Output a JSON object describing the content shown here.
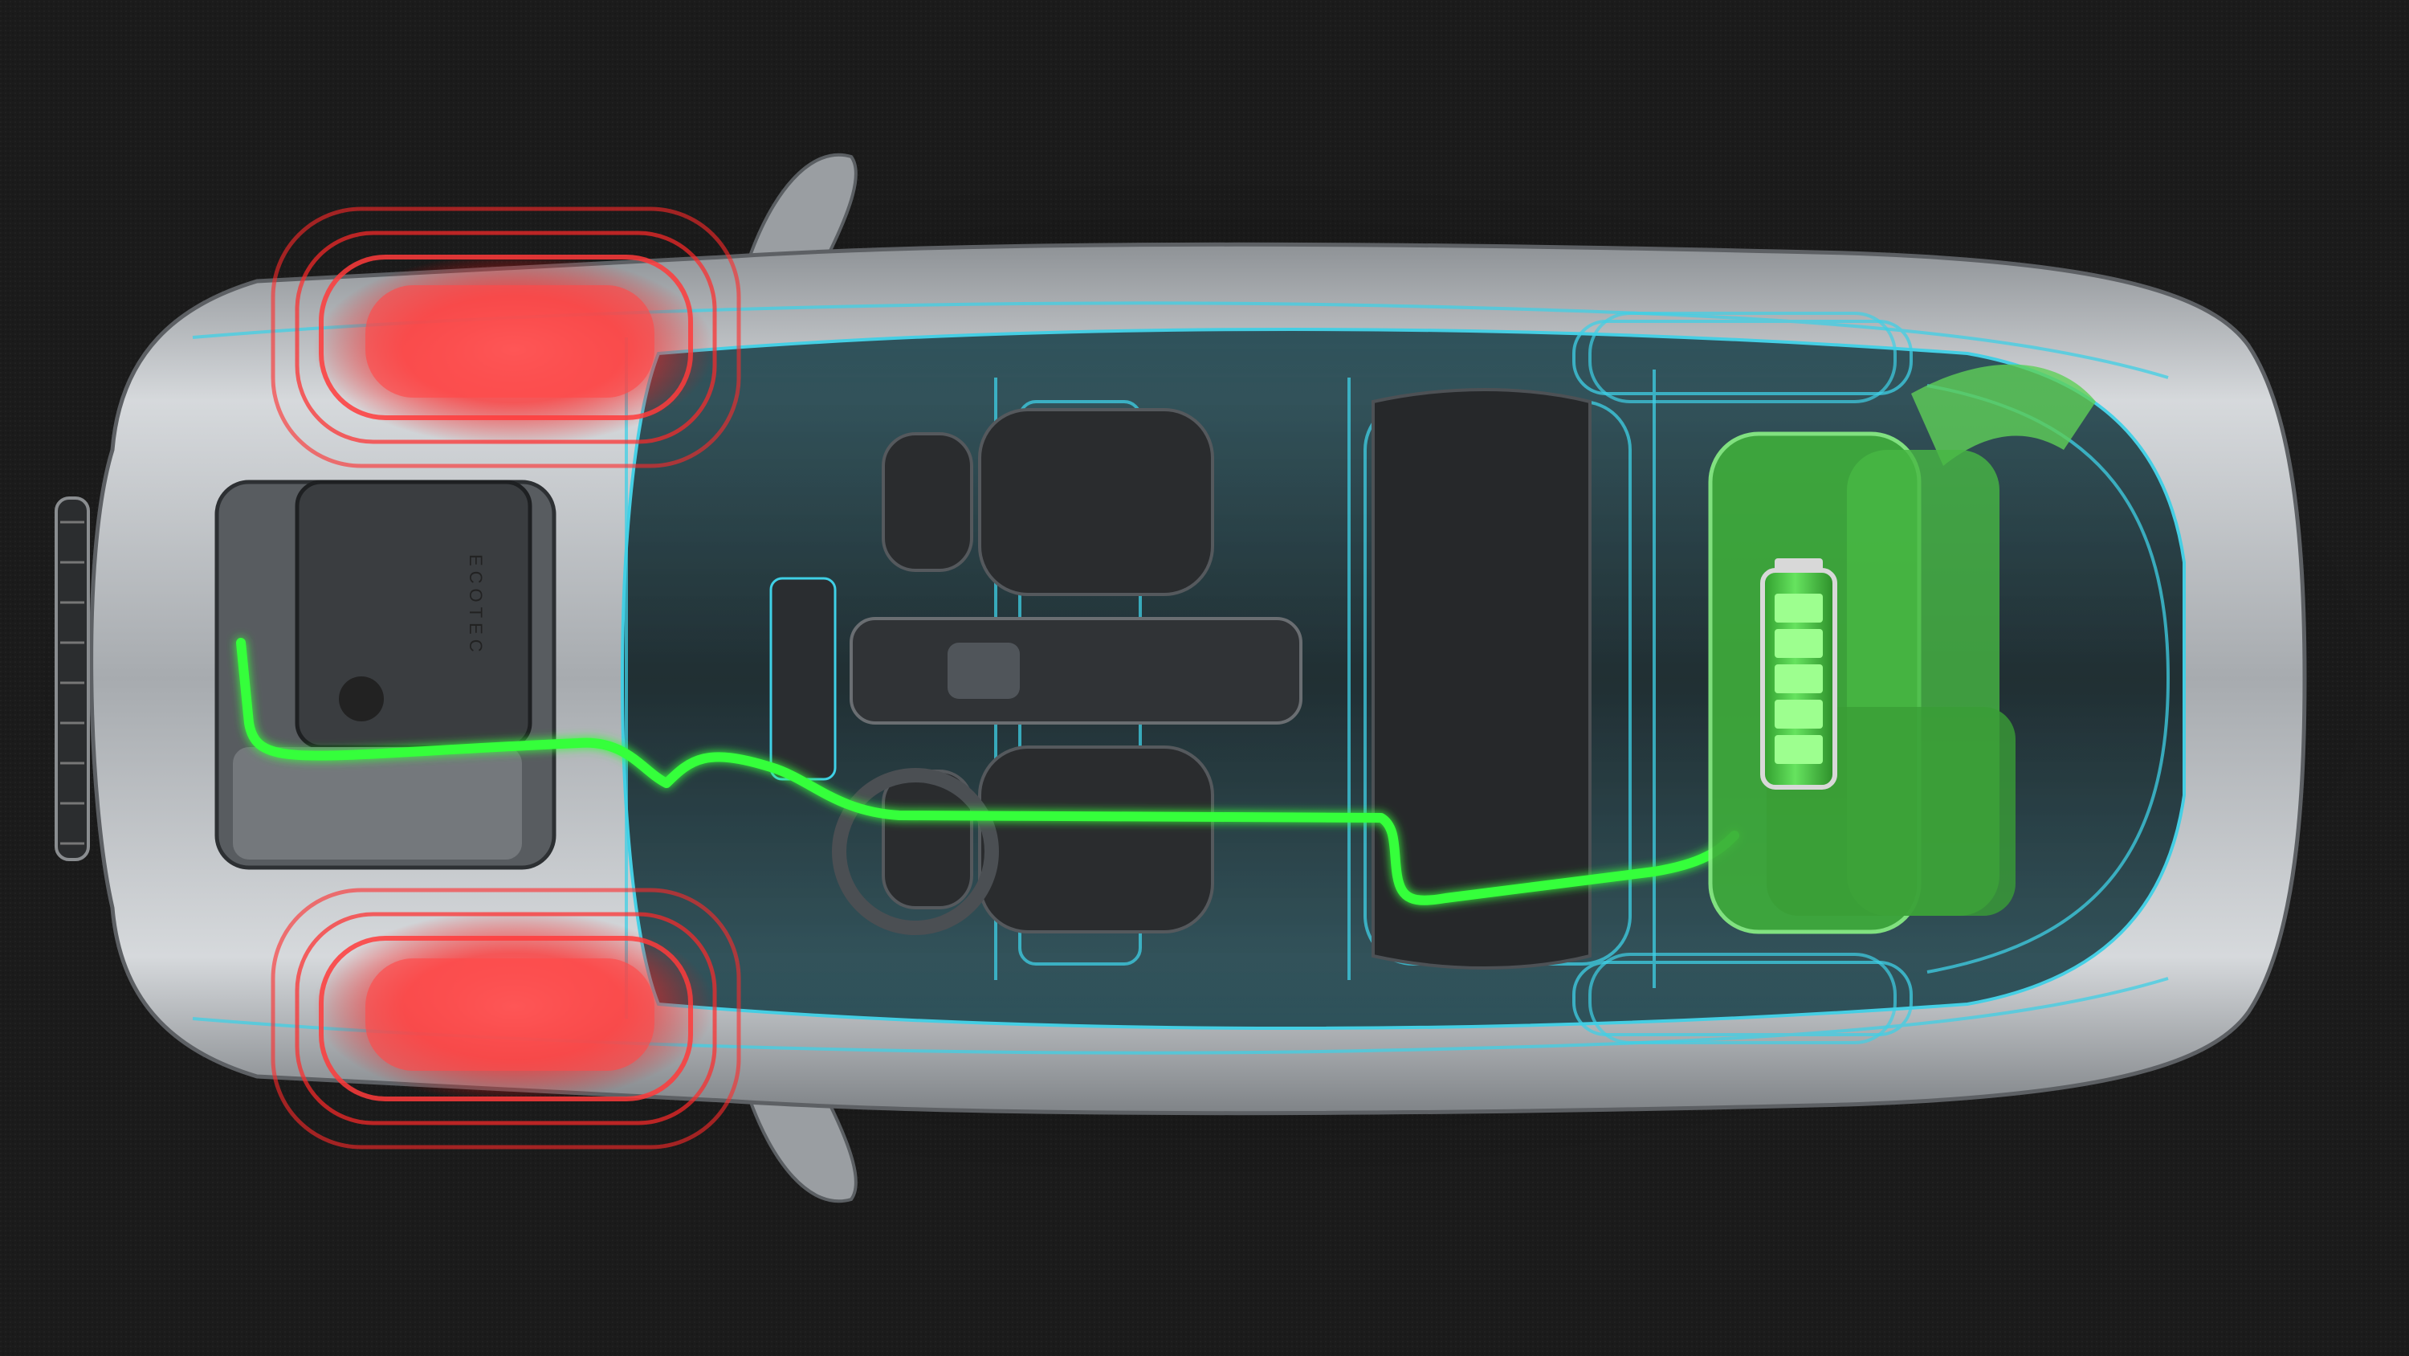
{
  "scene": {
    "description_tag": "hybrid-car-xray-top-view",
    "engine_cover_text": "ECOTEC",
    "colors": {
      "background": "#1b1b1b",
      "body_paint": "#b9bcbf",
      "xray_cyan": "#3fd0e6",
      "energy_green": "#35ff3a",
      "battery_green": "#4cd64a",
      "brake_red": "#ff2a2a",
      "interior_dark": "#2a2c2e"
    },
    "battery_charge_segments": 5
  }
}
